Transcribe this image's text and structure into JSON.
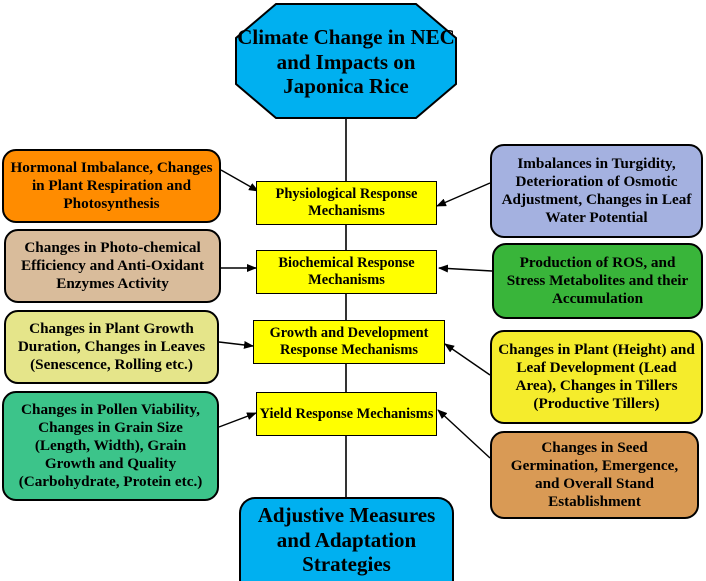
{
  "top_node": {
    "text": "Climate Change in NEC and Impacts on Japonica Rice",
    "color": "#00b0f0"
  },
  "bottom_node": {
    "text": "Adjustive Measures and Adaptation Strategies",
    "color": "#00b0f0"
  },
  "mechanisms": [
    {
      "text": "Physiological Response Mechanisms"
    },
    {
      "text": "Biochemical Response Mechanisms"
    },
    {
      "text": "Growth and Development Response Mechanisms"
    },
    {
      "text": "Yield Response Mechanisms"
    }
  ],
  "mechanism_color": "#ffff00",
  "left_boxes": [
    {
      "text": "Hormonal Imbalance, Changes in Plant Respiration and Photosynthesis",
      "color": "#ff8c00"
    },
    {
      "text": "Changes in Photo-chemical Efficiency and Anti-Oxidant Enzymes Activity",
      "color": "#d9bc9b"
    },
    {
      "text": "Changes in Plant Growth Duration, Changes in Leaves (Senescence, Rolling etc.)",
      "color": "#e5e58a"
    },
    {
      "text": "Changes in Pollen Viability, Changes in Grain Size (Length, Width), Grain Growth and Quality (Carbohydrate, Protein etc.)",
      "color": "#3cc48a"
    }
  ],
  "right_boxes": [
    {
      "text": "Imbalances in Turgidity, Deterioration of Osmotic Adjustment, Changes in Leaf Water Potential",
      "color": "#a4b1e0"
    },
    {
      "text": "Production of ROS, and Stress Metabolites and their Accumulation",
      "color": "#39b53a"
    },
    {
      "text": "Changes in Plant (Height) and Leaf Development (Lead Area), Changes in Tillers (Productive Tillers)",
      "color": "#f5ec2c"
    },
    {
      "text": "Changes in Seed Germination, Emergence, and Overall Stand Establishment",
      "color": "#d99a55"
    }
  ],
  "line_color": "#000000"
}
